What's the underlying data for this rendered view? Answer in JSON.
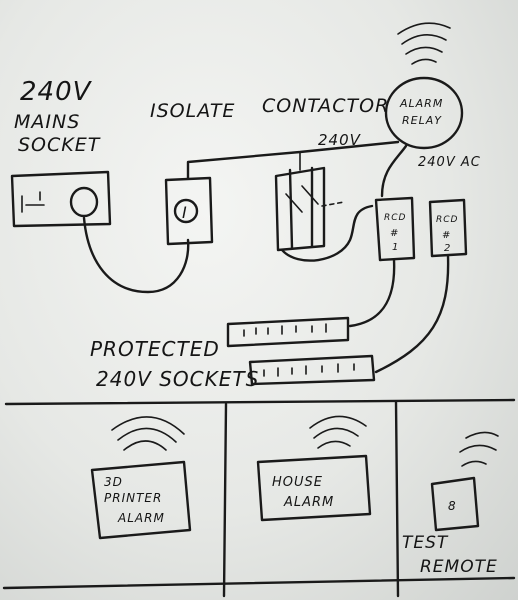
{
  "labels": {
    "mains": [
      "240V",
      "MAINS",
      "SOCKET"
    ],
    "isolate": "ISOLATE",
    "contactor": "CONTACTOR",
    "alarm_relay": [
      "ALARM",
      "RELAY"
    ],
    "wire_240v": "240V",
    "wire_240vac": "240V AC",
    "rcd1": [
      "RCD",
      "#",
      "1"
    ],
    "rcd2": [
      "RCD",
      "#",
      "2"
    ],
    "protected": [
      "PROTECTED",
      "240V SOCKETS"
    ],
    "printer_alarm": [
      "3D",
      "PRINTER",
      "ALARM"
    ],
    "house_alarm": [
      "HOUSE",
      "ALARM"
    ],
    "test_remote": [
      "TEST",
      "REMOTE"
    ],
    "isolate_switch_symbol": "I",
    "remote_button_symbol": "8"
  },
  "colors": {
    "ink": "#1a1a1a",
    "board": "#eef0ed"
  }
}
